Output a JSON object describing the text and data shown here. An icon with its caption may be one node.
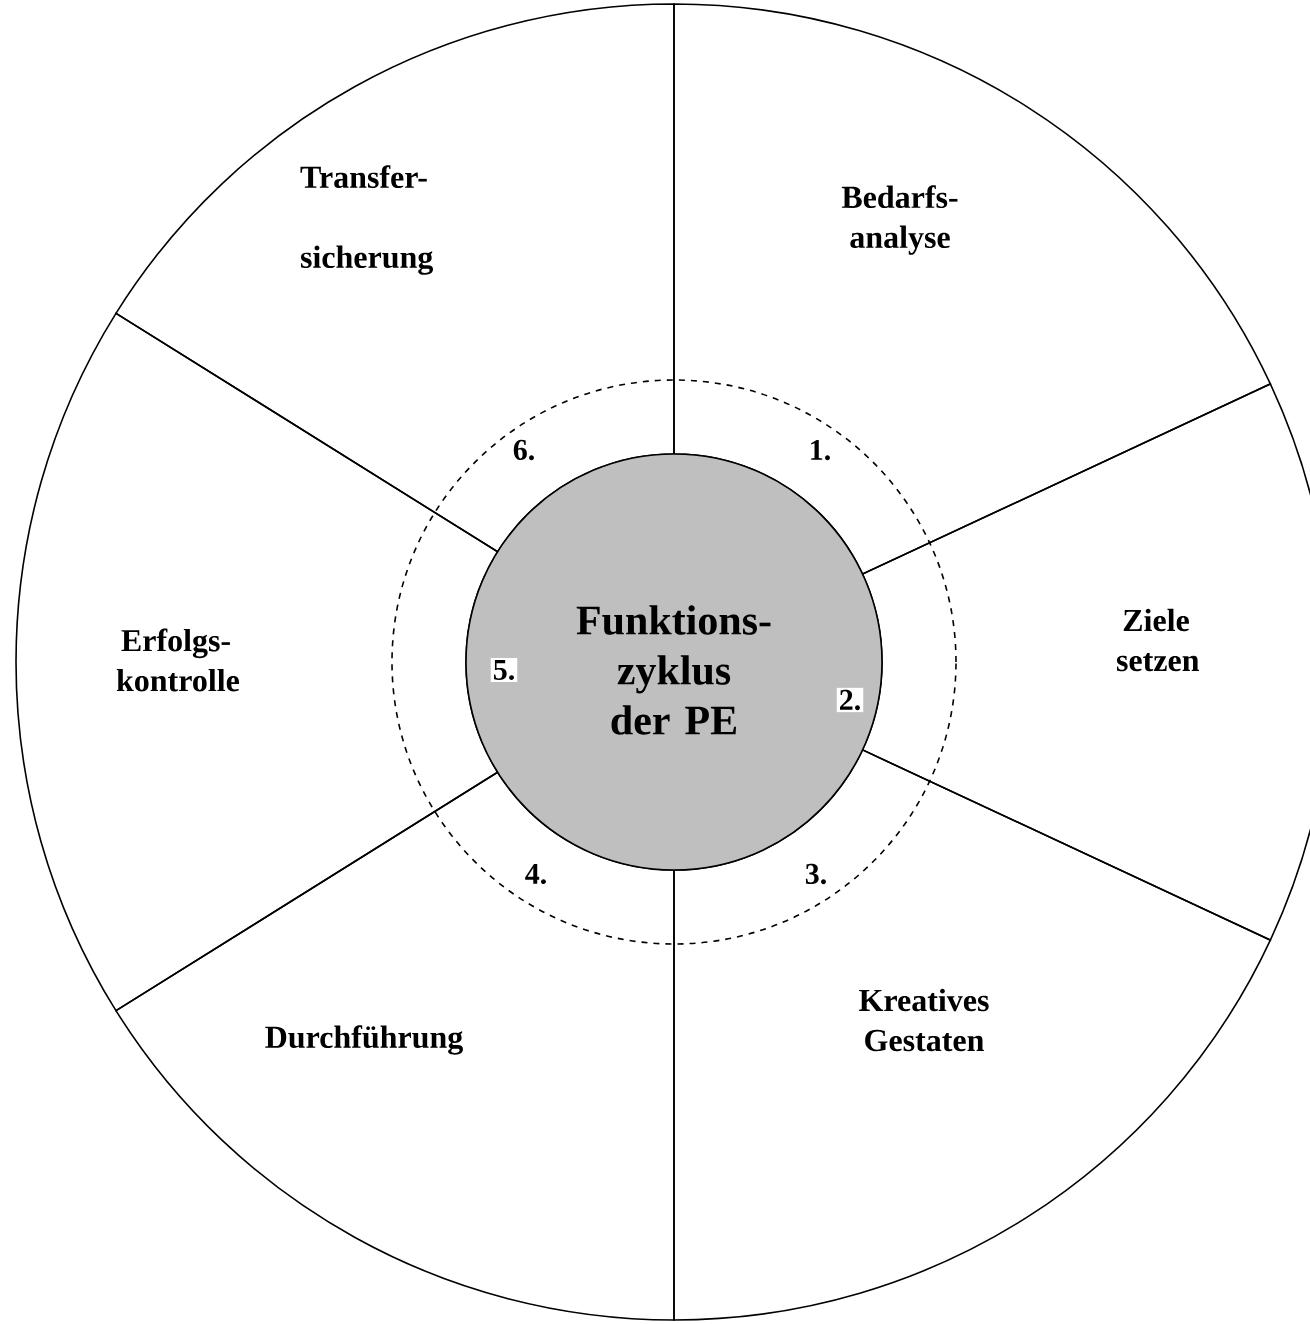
{
  "diagram": {
    "nodes": [
      {
        "text": [
          "Transfer- sicherung"
        ]
      },
      {
        "text": [
          "Bedarfs- analyse"
        ]
      },
      {
        "text": [
          "Erfolgs- kontrolle"
        ]
      },
      {
        "text": [
          "Ziele setzen"
        ]
      },
      {
        "text": [
          "Durchführung"
        ]
      },
      {
        "text": [
          "Kreatives Gestaten"
        ]
      },
      {
        "text": [
          "Funktions- zyklus der PE"
        ]
      }
    ],
    "labels": [
      "6.",
      "1.",
      "5.",
      "2.",
      "4.",
      "3."
    ]
  }
}
